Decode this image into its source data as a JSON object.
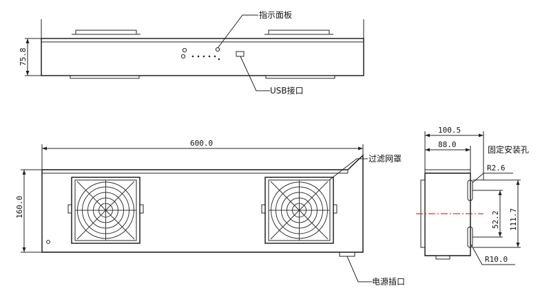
{
  "labels": {
    "indicator_panel": "指示面板",
    "usb_port": "USB接口",
    "filter_grille": "过滤网罩",
    "power_socket": "电源插口",
    "mount_hole": "固定安装孔"
  },
  "dimensions": {
    "top_height": "75.8",
    "front_width": "600.0",
    "front_height": "160.0",
    "side_depth_total": "100.5",
    "side_depth_hole": "88.0",
    "hole_radius_small": "R2.6",
    "hole_radius_large": "R10.0",
    "hole_spacing": "52.2",
    "hole_span": "111.7"
  },
  "colors": {
    "line": "#222222",
    "centerline": "#cc0000"
  }
}
